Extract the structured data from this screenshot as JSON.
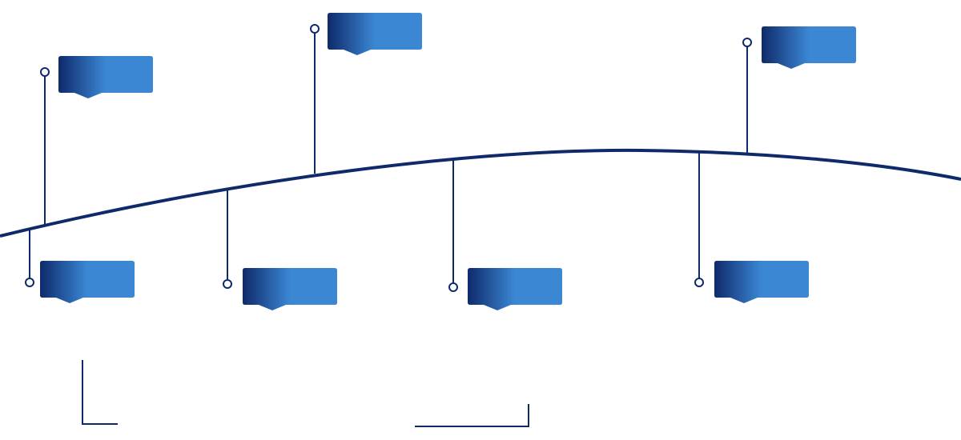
{
  "colors": {
    "line": "#0f2a6b",
    "gradient_start": "#0f2a6b",
    "gradient_end": "#3b87d4"
  },
  "milestones": [
    {
      "id": "m1",
      "position": "above",
      "label": ""
    },
    {
      "id": "m2",
      "position": "above",
      "label": ""
    },
    {
      "id": "m3",
      "position": "above",
      "label": ""
    },
    {
      "id": "m4",
      "position": "below",
      "label": ""
    },
    {
      "id": "m5",
      "position": "below",
      "label": ""
    },
    {
      "id": "m6",
      "position": "below",
      "label": ""
    },
    {
      "id": "m7",
      "position": "below",
      "label": ""
    }
  ]
}
